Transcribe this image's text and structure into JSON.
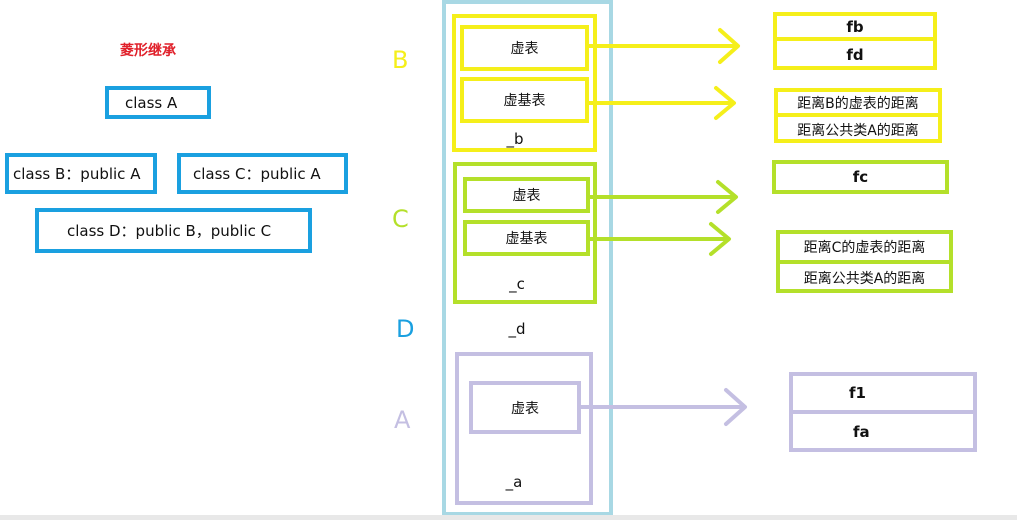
{
  "title": "菱形继承",
  "classes": {
    "a": "class A",
    "b": "class B：public A",
    "c": "class C：public A",
    "d": "class D：public  B，public C"
  },
  "sections": {
    "b": {
      "letter": "B",
      "vtable": "虚表",
      "vbtable": "虚基表",
      "member": "_b",
      "vtable_entries": [
        "fb",
        "fd"
      ],
      "vbtable_entries": [
        "距离B的虚表的距离",
        "距离公共类A的距离"
      ]
    },
    "c": {
      "letter": "C",
      "vtable": "虚表",
      "vbtable": "虚基表",
      "member": "_c",
      "vtable_entries": [
        "fc"
      ],
      "vbtable_entries": [
        "距离C的虚表的距离",
        "距离公共类A的距离"
      ]
    },
    "d": {
      "letter": "D",
      "member": "_d"
    },
    "a": {
      "letter": "A",
      "vtable": "虚表",
      "member": "_a",
      "vtable_entries": [
        "f1",
        "fa"
      ]
    }
  },
  "colors": {
    "title": "#e0202a",
    "class_border": "#1aa0e0",
    "outer_border": "#a8d8e4",
    "b_section": "#f5ef1a",
    "c_section": "#b4e02a",
    "d_letter": "#1aa0e0",
    "a_section": "#c4bfe2"
  }
}
